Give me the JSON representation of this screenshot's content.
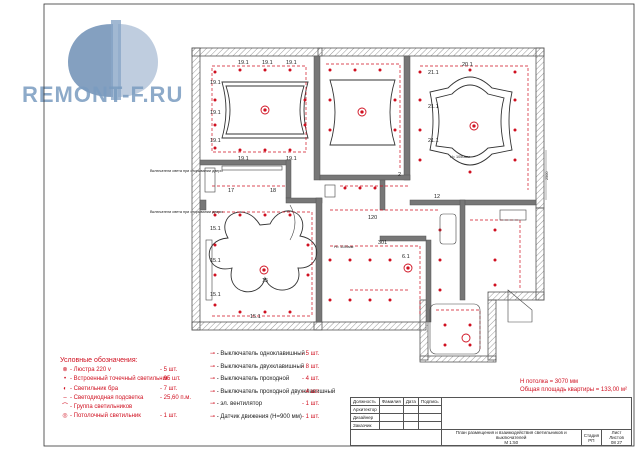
{
  "logo": {
    "text": "REMONT-F.RU",
    "colors": {
      "primary": "#6f8fb5",
      "secondary": "#a9bcd4"
    }
  },
  "colors": {
    "wall": "#555555",
    "wire": "#d01020",
    "text": "#222222",
    "hatch": "#888888"
  },
  "room_labels": [
    {
      "text": "19.1"
    },
    {
      "text": "19.1"
    },
    {
      "text": "19.1"
    },
    {
      "text": "19.1"
    },
    {
      "text": "19.1"
    },
    {
      "text": "19.1"
    },
    {
      "text": "19.1"
    },
    {
      "text": "19.1"
    },
    {
      "text": "21.1"
    },
    {
      "text": "20.1"
    },
    {
      "text": "21.1"
    },
    {
      "text": "21.1"
    },
    {
      "text": "15.1"
    },
    {
      "text": "15.1"
    },
    {
      "text": "15.1"
    },
    {
      "text": "15.1"
    },
    {
      "text": "15"
    },
    {
      "text": "17"
    },
    {
      "text": "18"
    },
    {
      "text": "120"
    },
    {
      "text": "301"
    },
    {
      "text": "6.1"
    },
    {
      "text": "2"
    },
    {
      "text": "12"
    }
  ],
  "notes": {
    "switch1": "Включатели света при открывании двери",
    "switch2": "Включатели света при открывании двери",
    "height1": "H= 1050мм",
    "height2": "H= 1100мм",
    "dim_right": "2500"
  },
  "legend": {
    "title": "Условные обозначения:",
    "items": [
      {
        "symbol": "⊗",
        "label": "- Люстра 220 v",
        "qty": "- 5 шт."
      },
      {
        "symbol": "•",
        "label": "- Встроенный точечный светильник",
        "qty": "- 95 шт."
      },
      {
        "symbol": "◐",
        "label": "- Светильник бра",
        "qty": "- 7 шт."
      },
      {
        "symbol": "‒",
        "label": "- Светодиодная подсветка",
        "qty": "- 25,60 п.м."
      },
      {
        "symbol": "⌒",
        "label": "- Группа светильников",
        "qty": ""
      },
      {
        "symbol": "◎",
        "label": "- Потолочный светильник",
        "qty": "- 1 шт."
      }
    ]
  },
  "legend2": {
    "items": [
      {
        "label": "- Выключатель одноклавишный",
        "qty": "- 5 шт."
      },
      {
        "label": "- Выключатель двухклавишный",
        "qty": "- 8 шт."
      },
      {
        "label": "- Выключатель проходной",
        "qty": "- 4 шт."
      },
      {
        "label": "- Выключатель проходной двухклавишный",
        "qty": "- 4 шт."
      },
      {
        "label": "- эл. вентилятор",
        "qty": "- 1 шт."
      },
      {
        "label": "- Датчик движения (H=900 мм)",
        "qty": "- 1 шт."
      }
    ]
  },
  "ceiling_note": {
    "line1": "H потолка = 3070 мм",
    "line2": "Общая площадь квартиры = 133,00 м²"
  },
  "stamp": {
    "headers": [
      "Должность",
      "Фамилия",
      "Дата",
      "Подпись"
    ],
    "roles": [
      "Архитектор",
      "Дизайнер",
      "Заказчик"
    ],
    "title": "План размещения и взаимодействия светильников и выключателей",
    "scale": "М 1:50",
    "stage_h": "Стадия",
    "sheet_h": "Лист",
    "sheets_h": "Листов",
    "stage": "РП",
    "sheet": "08",
    "sheets": "27"
  }
}
